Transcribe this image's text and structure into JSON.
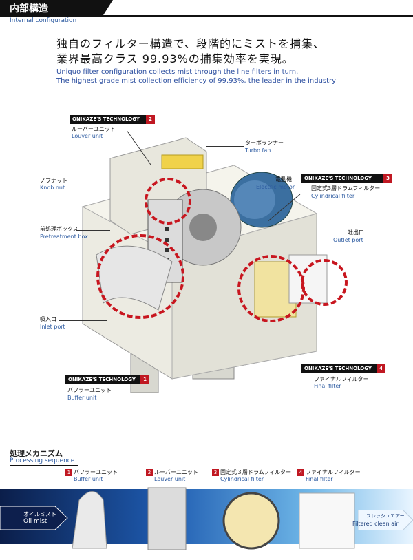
{
  "header": {
    "title": "内部構造",
    "subtitle": "Internal configuration"
  },
  "headline": {
    "jp_line1": "独自のフィルター構造で、段階的にミストを捕集、",
    "jp_line2": "業界最高クラス 99.93%の捕集効率を実現。",
    "en_line1": "Uniquo filter configuration collects mist through the line filters in turn.",
    "en_line2": "The highest grade mist collection efficiency of 99.93%, the leader in the industry"
  },
  "callouts": {
    "tech_label": "ONIKAZE'S TECHNOLOGY",
    "louver": {
      "num": "2",
      "jp": "ルーバーユニット",
      "en": "Louver unit"
    },
    "turbo": {
      "jp": "ターボランナー",
      "en": "Turbo fan"
    },
    "knob": {
      "jp": "ノブナット",
      "en": "Knob nut"
    },
    "motor": {
      "jp": "電動機",
      "en": "Electric motor"
    },
    "cyl": {
      "num": "3",
      "jp": "固定式3層ドラムフィルター",
      "en": "Cylindrical filter"
    },
    "pre": {
      "jp": "前処理ボックス",
      "en": "Pretreatment box"
    },
    "outlet": {
      "jp": "吐出口",
      "en": "Outlet port"
    },
    "inlet": {
      "jp": "吸入口",
      "en": "Inlet port"
    },
    "final": {
      "num": "4",
      "jp": "ファイナルフィルター",
      "en": "Final filter"
    },
    "buffer": {
      "num": "1",
      "jp": "バフラーユニット",
      "en": "Buffer unit"
    }
  },
  "process": {
    "title": "処理メカニズム",
    "subtitle": "Processing sequence",
    "steps": [
      {
        "num": "1",
        "jp": "バフラーユニット",
        "en": "Buffer unit"
      },
      {
        "num": "2",
        "jp": "ルーバーユニット",
        "en": "Louver unit"
      },
      {
        "num": "3",
        "jp": "固定式３層ドラムフィルター",
        "en": "Cylindrical filter"
      },
      {
        "num": "4",
        "jp": "ファイナルフィルター",
        "en": "Final filter"
      }
    ],
    "in_jp": "オイルミスト",
    "in_en": "Oil mist",
    "out_jp": "フレッシュエアー",
    "out_en": "Filtered clean air"
  },
  "colors": {
    "accent_red": "#c8161f",
    "label_blue": "#2c5aa0"
  }
}
